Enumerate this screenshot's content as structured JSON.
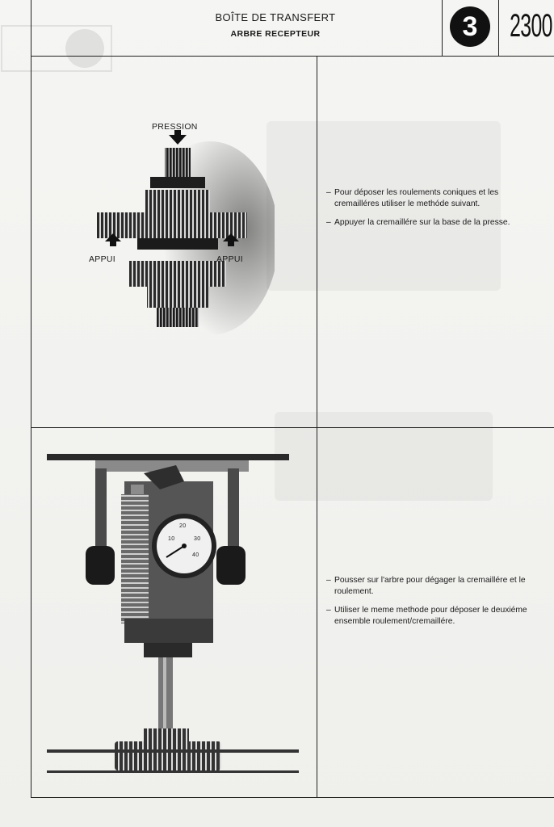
{
  "header": {
    "title": "BOÎTE DE TRANSFERT",
    "subtitle": "ARBRE RECEPTEUR",
    "section_number": "3",
    "page_code": "2300"
  },
  "figure_top": {
    "labels": {
      "pressure": "PRESSION",
      "support_left": "APPUI",
      "support_right": "APPUI"
    }
  },
  "section_top": {
    "instructions": [
      "Pour déposer les roulements coniques et les cremailléres utiliser le methóde suivant.",
      "Appuyer la cremaillére sur la base de la presse."
    ]
  },
  "figure_bottom": {
    "gauge_ticks": [
      "10",
      "20",
      "30",
      "40"
    ]
  },
  "section_bottom": {
    "instructions": [
      "Pousser sur l'arbre pour dégager la cremaillére et le roulement.",
      "Utiliser le meme methode pour déposer le deuxiéme ensemble roulement/cremaillére."
    ]
  },
  "dash": "–"
}
